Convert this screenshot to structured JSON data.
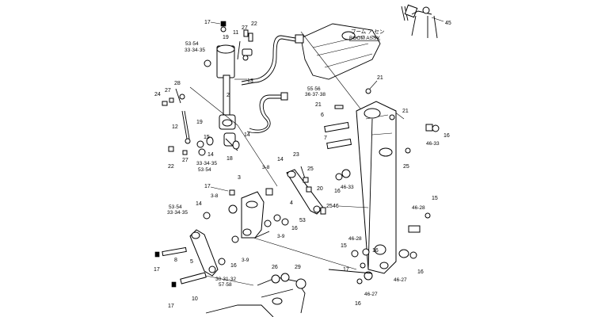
{
  "callouts": {
    "c17a": "17",
    "c22a": "22",
    "c27a": "27",
    "c11": "11",
    "c19a": "19",
    "c5354a": "53·54",
    "c333435a": "33·34·35",
    "c13": "13",
    "c2": "2",
    "c28": "28",
    "c27b": "27",
    "c24": "24",
    "c12": "12",
    "c19b": "19",
    "c14a": "14",
    "c15a": "15",
    "c14b": "14",
    "c18": "18",
    "c22b": "22",
    "c27c": "27",
    "c333435b": "33·34·35",
    "c5354b": "53·54",
    "c17b": "17",
    "c3": "3",
    "c38a": "3-8",
    "c5354c": "53·54",
    "c333435c": "33·34·35",
    "c38b": "3-8",
    "c14c": "14",
    "c5": "5",
    "c8": "8",
    "c17c": "17",
    "c16a": "16",
    "c39a": "3-9",
    "c303132": "30·31·32",
    "c5758": "57·58",
    "c10": "10",
    "c17d": "17",
    "c26": "26",
    "c29": "29",
    "c14d": "14",
    "c23": "23",
    "c25a": "25",
    "c20": "20",
    "c4": "4",
    "c53": "53",
    "c16b": "16",
    "c39b": "3-9",
    "c25b": "25",
    "c21a": "21",
    "c5556": "55·56",
    "c363738": "36·37·38",
    "c21b": "21",
    "c21c": "21",
    "c6": "6",
    "c7": "7",
    "c4633a": "46-33",
    "c16c": "16",
    "c4633b": "46-33",
    "c16d": "16",
    "c25c": "25",
    "c46": "46",
    "c15b": "15",
    "c4628a": "46-28",
    "c4628b": "46-28",
    "c15c": "15",
    "c17e": "17",
    "c4627a": "46-27",
    "c16e": "16",
    "c4627b": "46-27",
    "c16f": "16",
    "c16g": "16",
    "c45": "45"
  },
  "boom_assy": {
    "jp": "ブーム ア.セン",
    "en": "BOOM ASSY"
  }
}
